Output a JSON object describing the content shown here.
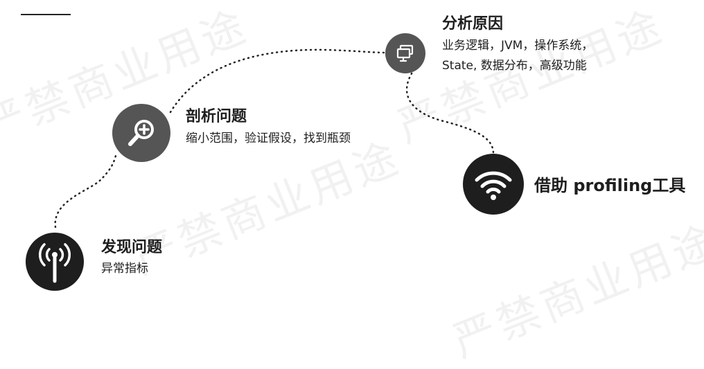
{
  "steps": [
    {
      "title": "发现问题",
      "desc": "异常指标",
      "icon": "antenna-icon"
    },
    {
      "title": "剖析问题",
      "desc": "缩小范围，验证假设，找到瓶颈",
      "icon": "zoom-in-icon"
    },
    {
      "title": "分析原因",
      "desc": "业务逻辑，JVM，操作系统，State, 数据分布，高级功能",
      "icon": "windows-icon"
    },
    {
      "title": "借助 profiling工具",
      "icon": "wifi-icon"
    }
  ],
  "watermark": "严禁商业用途",
  "colors": {
    "dark": "#1e1e1e",
    "mid": "#555555",
    "accent": "#555555"
  }
}
